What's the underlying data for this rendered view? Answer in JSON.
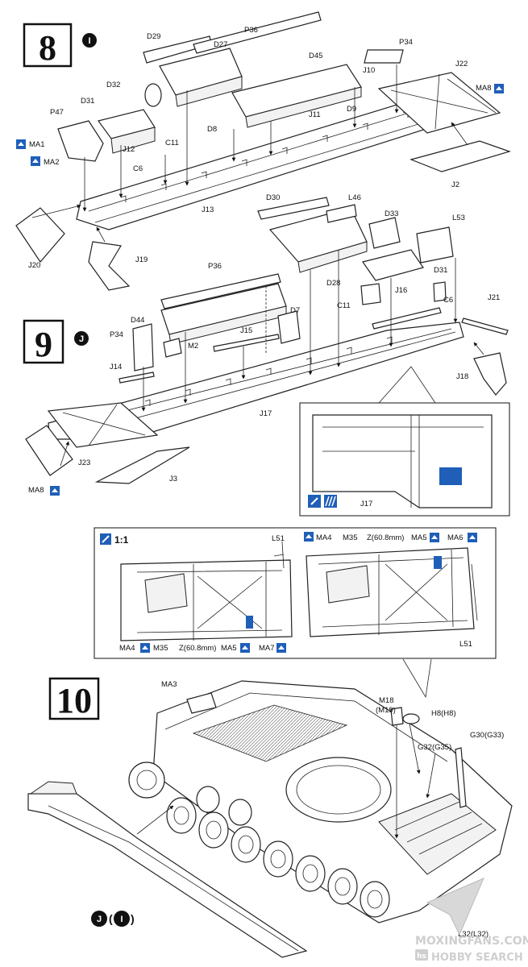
{
  "steps": {
    "s8": {
      "number": "8",
      "badge": "I"
    },
    "s9": {
      "number": "9",
      "badge": "J"
    },
    "s10": {
      "number": "10",
      "badge_j": "J",
      "badge_i": "I",
      "paren_open": "(",
      "paren_close": ")"
    }
  },
  "labels": {
    "D29": "D29",
    "P36_a": "P36",
    "D27": "D27",
    "D45": "D45",
    "P34_a": "P34",
    "J22": "J22",
    "MA8_a": "MA8",
    "J10": "J10",
    "D32": "D32",
    "D31_a": "D31",
    "J11": "J11",
    "D9": "D9",
    "D8": "D8",
    "P47": "P47",
    "MA1": "MA1",
    "MA2": "MA2",
    "C11_a": "C11",
    "J12": "J12",
    "C6_a": "C6",
    "J13": "J13",
    "J2": "J2",
    "J20": "J20",
    "J19": "J19",
    "D30": "D30",
    "L46": "L46",
    "D33": "D33",
    "L53": "L53",
    "D31_b": "D31",
    "D28": "D28",
    "P36_b": "P36",
    "J16": "J16",
    "C6_b": "C6",
    "J21": "J21",
    "C11_b": "C11",
    "D7": "D7",
    "D44": "D44",
    "P34_b": "P34",
    "M2": "M2",
    "J15": "J15",
    "J14": "J14",
    "J18": "J18",
    "J17_a": "J17",
    "J23": "J23",
    "MA8_b": "MA8",
    "J3": "J3",
    "J17_b": "J17",
    "scale": "1:1",
    "L51_a": "L51",
    "MA4_a": "MA4",
    "M35_a": "M35",
    "Z_a": "Z(60.8mm)",
    "MA5_a": "MA5",
    "MA7": "MA7",
    "MA4_b": "MA4",
    "M35_b": "M35",
    "Z_b": "Z(60.8mm)",
    "MA5_b": "MA5",
    "MA6": "MA6",
    "L51_b": "L51",
    "MA3": "MA3",
    "M18": "M18",
    "M19": "(M19)",
    "H8": "H8(H8)",
    "G32": "G32(G35)",
    "G30": "G30(G33)",
    "L32": "L32(L32)"
  },
  "watermark": {
    "line1": "MOXINGFANS.COM",
    "line2": "HOBBY SEARCH",
    "brand_mark": "hs"
  },
  "colors": {
    "blue": "#1f5fb8",
    "ink": "#111111",
    "paper": "#ffffff"
  }
}
